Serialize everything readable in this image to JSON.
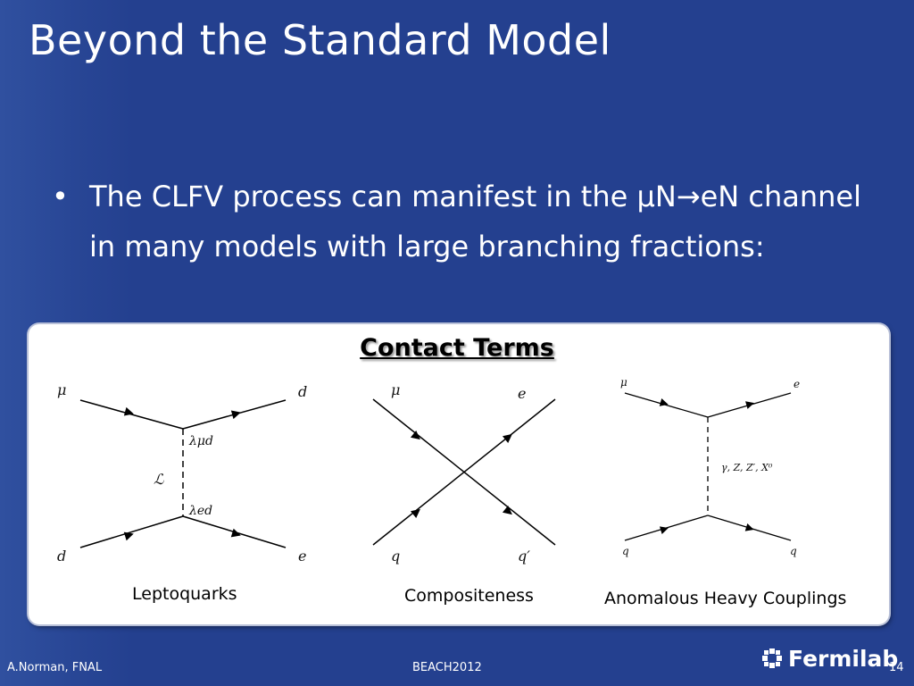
{
  "slide": {
    "title": "Beyond the Standard Model",
    "bullet_marker": "•",
    "bullet": "The CLFV process can manifest in the μN→eN channel in many models with large branching fractions:"
  },
  "panel": {
    "heading": "Contact Terms",
    "diagrams": [
      {
        "caption": "Leptoquarks",
        "labels": {
          "top_left": "μ",
          "top_right": "d",
          "bottom_left": "d",
          "bottom_right": "e",
          "upper_vertex": "λμd",
          "lower_vertex": "λed",
          "mediator": "ℒ"
        }
      },
      {
        "caption": "Compositeness",
        "labels": {
          "top_left": "μ",
          "top_right": "e",
          "bottom_left": "q",
          "bottom_right": "q′"
        }
      },
      {
        "caption": "Anomalous Heavy Couplings",
        "labels": {
          "top_left": "μ",
          "top_right": "e",
          "bottom_left": "q",
          "bottom_right": "q",
          "mediator": "γ, Z, Z′, X⁰"
        }
      }
    ]
  },
  "footer": {
    "author": "A.Norman, FNAL",
    "conference": "BEACH2012",
    "logo_text": "Fermilab",
    "page_number": "14"
  },
  "icons": {
    "logo_icon": "fermilab-logo-icon"
  },
  "colors": {
    "background": "#24408f",
    "panel": "#ffffff",
    "text": "#ffffff"
  }
}
